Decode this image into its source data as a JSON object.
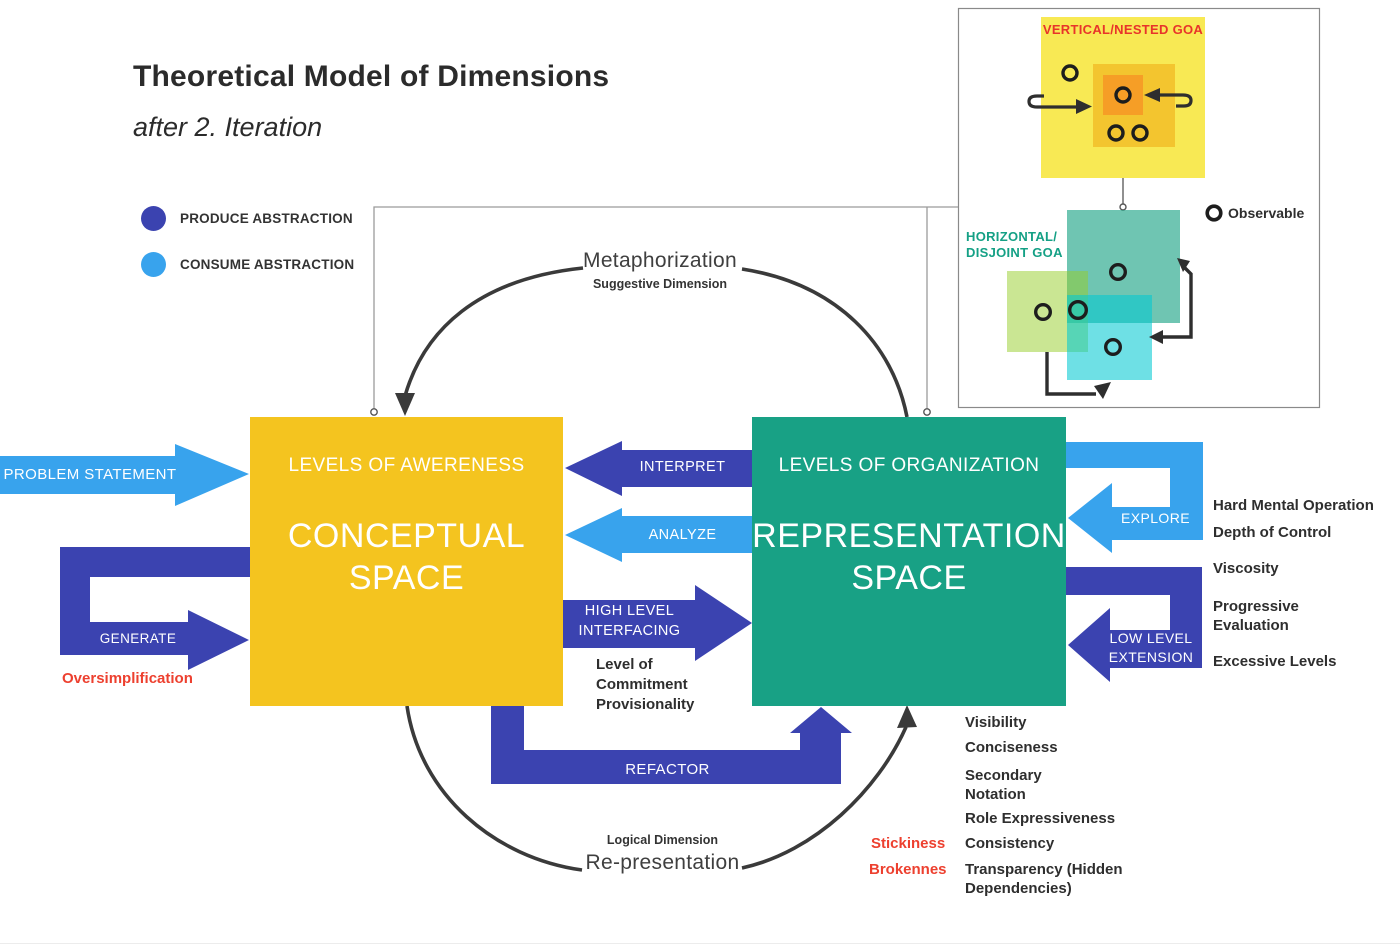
{
  "title": "Theoretical Model of Dimensions",
  "subtitle": "after 2. Iteration",
  "legend": {
    "produce": "PRODUCE ABSTRACTION",
    "consume": "CONSUME ABSTRACTION"
  },
  "spaces": {
    "conceptual": {
      "header": "LEVELS OF AWERENESS",
      "name": "CONCEPTUAL SPACE"
    },
    "representation": {
      "header": "LEVELS OF ORGANIZATION",
      "name": "REPRESENTATION SPACE"
    }
  },
  "flows": {
    "problem_statement": "PROBLEM STATEMENT",
    "interpret": "INTERPRET",
    "analyze": "ANALYZE",
    "high_level_interfacing": "HIGH LEVEL INTERFACING",
    "generate": "GENERATE",
    "refactor": "REFACTOR",
    "explore": "EXPLORE",
    "low_level_extension": "LOW LEVEL EXTENSION"
  },
  "curves": {
    "top": {
      "label": "Metaphorization",
      "dimension": "Suggestive Dimension"
    },
    "bottom": {
      "label": "Re-presentation",
      "dimension": "Logical Dimension"
    }
  },
  "notes": {
    "commitment": "Level of Commitment Provisionality",
    "oversimplification": "Oversimplification",
    "stickiness": "Stickiness",
    "brokennes": "Brokennes"
  },
  "right_top": [
    "Hard Mental Operation",
    "Depth of Control",
    "Viscosity",
    "Progressive Evaluation"
  ],
  "right_top_red": "Excessive Levels",
  "right_bottom": [
    "Visibility",
    "Conciseness",
    "Secondary Notation",
    "Role Expressiveness",
    "Consistency",
    "Transparency (Hidden Dependencies)"
  ],
  "inset": {
    "vertical_title": "VERTICAL/NESTED GOA",
    "horizontal_title": "HORIZONTAL/ DISJOINT GOA",
    "observable": "Observable"
  },
  "colors": {
    "produce_blue": "#3B43B0",
    "consume_blue": "#38A3ED",
    "conceptual_yellow": "#F4C41F",
    "representation_green": "#18A185",
    "alert_red": "#ED402F",
    "inset_outer_yellow": "#F8E954",
    "inset_mid_yellow": "#F3C52F",
    "inset_inner_orange": "#F69E26",
    "inset_teal": "#6FC2B0",
    "inset_green": "#CBE69C",
    "inset_cyan": "#6EDFE5"
  }
}
